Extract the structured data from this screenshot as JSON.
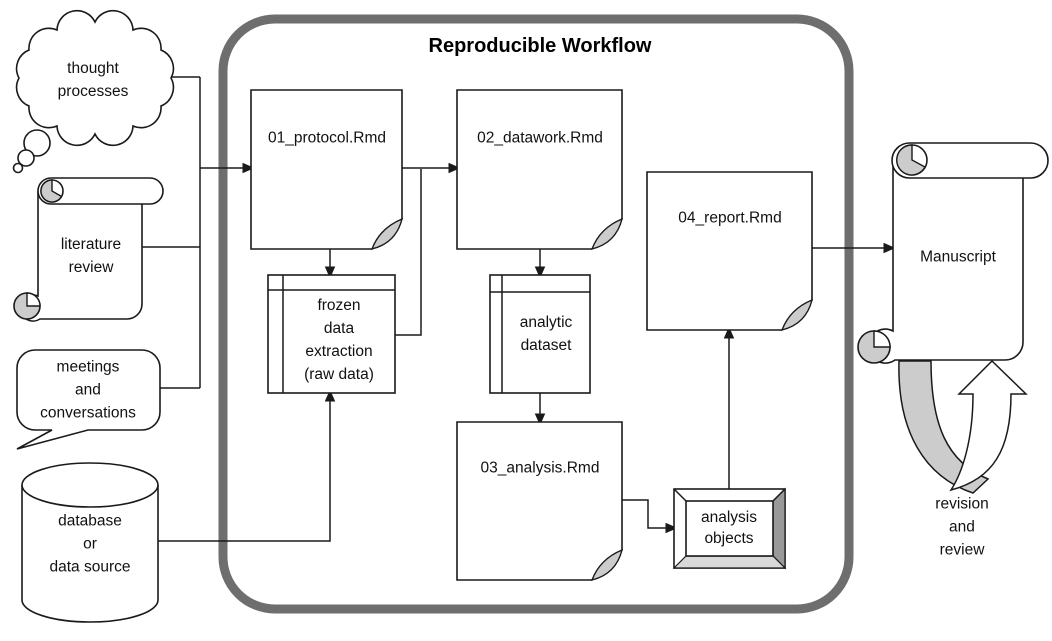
{
  "title": "Reproducible Workflow",
  "colors": {
    "workflow_border_gray": "#6e6e6e",
    "shape_fill": "#ffffff",
    "line_black": "#1a1a1a",
    "fold_and_curl_gray": "#cccccc",
    "bevel_dark_gray": "#999999",
    "bevel_light_gray": "#d9d9d9"
  },
  "nodes": {
    "thought": {
      "label": "thought\nprocesses",
      "shape": "thought-cloud"
    },
    "literature": {
      "label": "literature\nreview",
      "shape": "scroll"
    },
    "meetings": {
      "label": "meetings\nand\nconversations",
      "shape": "speech-bubble"
    },
    "database": {
      "label": "database\nor\ndata source",
      "shape": "cylinder"
    },
    "protocol": {
      "label": "01_protocol.Rmd",
      "shape": "document"
    },
    "datawork": {
      "label": "02_datawork.Rmd",
      "shape": "document"
    },
    "frozen": {
      "label": "frozen\ndata\nextraction\n(raw data)",
      "shape": "internal-storage"
    },
    "analytic": {
      "label": "analytic\ndataset",
      "shape": "internal-storage"
    },
    "analysis": {
      "label": "03_analysis.Rmd",
      "shape": "document"
    },
    "objects": {
      "label": "analysis\nobjects",
      "shape": "beveled-box"
    },
    "report": {
      "label": "04_report.Rmd",
      "shape": "document"
    },
    "manuscript": {
      "label": "Manuscript",
      "shape": "scroll"
    },
    "revision": {
      "label": "revision\nand\nreview",
      "shape": "loop-arrow"
    }
  },
  "edges": [
    {
      "from": "thought processes",
      "to": "01_protocol.Rmd"
    },
    {
      "from": "literature review",
      "to": "01_protocol.Rmd"
    },
    {
      "from": "meetings and conversations",
      "to": "01_protocol.Rmd"
    },
    {
      "from": "database or data source",
      "to": "frozen data extraction (raw data)"
    },
    {
      "from": "01_protocol.Rmd",
      "to": "frozen data extraction (raw data)"
    },
    {
      "from": "01_protocol.Rmd",
      "to": "02_datawork.Rmd"
    },
    {
      "from": "frozen data extraction (raw data)",
      "to": "02_datawork.Rmd"
    },
    {
      "from": "02_datawork.Rmd",
      "to": "analytic dataset"
    },
    {
      "from": "analytic dataset",
      "to": "03_analysis.Rmd"
    },
    {
      "from": "03_analysis.Rmd",
      "to": "analysis objects"
    },
    {
      "from": "analysis objects",
      "to": "04_report.Rmd"
    },
    {
      "from": "04_report.Rmd",
      "to": "Manuscript"
    },
    {
      "from": "Manuscript",
      "to": "Manuscript",
      "label": "revision and review"
    }
  ]
}
